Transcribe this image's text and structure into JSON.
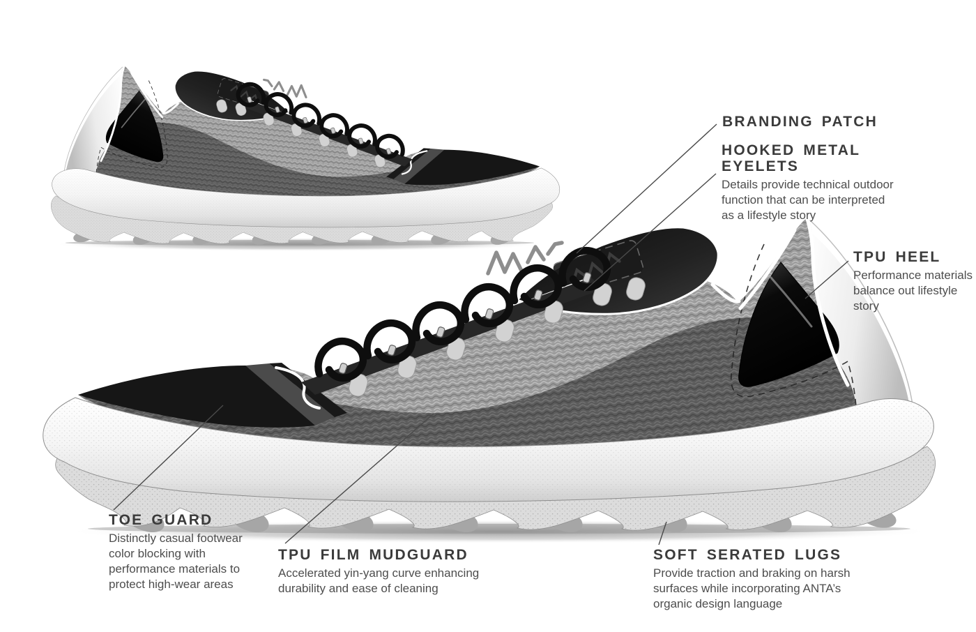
{
  "page": {
    "type": "product-annotation-poster",
    "background": "#ffffff",
    "brand": "ANTA",
    "logo": "anta-zigzag-logo"
  },
  "annotations": [
    {
      "id": "branding-patch",
      "title": "BRANDING PATCH",
      "body": ""
    },
    {
      "id": "hooked-metal-eyelets",
      "title": "HOOKED METAL EYELETS",
      "body": "Details provide technical outdoor function that can be interpreted as a lifestyle story"
    },
    {
      "id": "tpu-heel",
      "title": "TPU HEEL",
      "body": "Performance materials balance out lifestyle story"
    },
    {
      "id": "toe-guard",
      "title": "TOE GUARD",
      "body": "Distinctly casual footwear color blocking with performance materials to protect high-wear areas"
    },
    {
      "id": "tpu-film-mudguard",
      "title": "TPU FILM MUDGUARD",
      "body": "Accelerated yin-yang curve enhancing durability and ease of cleaning"
    },
    {
      "id": "soft-serated-lugs",
      "title": "SOFT SERATED LUGS",
      "body": "Provide traction and braking on harsh surfaces while incorporating ANTA’s organic design language"
    }
  ],
  "colors": {
    "title_text": "#3b3b3b",
    "body_text": "#4d4d4d",
    "leader_line": "#4a4a4a",
    "knit_light": "#9c9c9c",
    "knit_dark": "#565656",
    "upper_black": "#141414",
    "midsole_white": "#f2f2f2",
    "outsole_grey": "#dcdcdc",
    "lug_shadow": "#a6a6a6"
  }
}
